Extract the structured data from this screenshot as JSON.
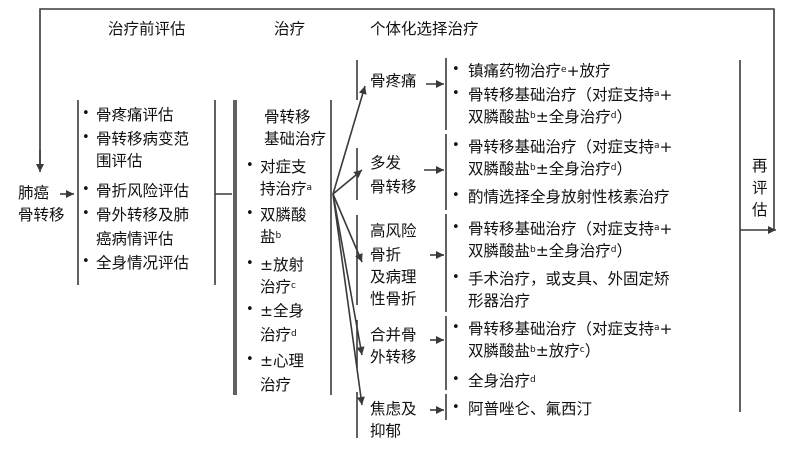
{
  "headers": {
    "pre_assessment": "治疗前评估",
    "treatment": "治疗",
    "individualized": "个体化选择治疗"
  },
  "start": [
    "肺癌",
    "骨转移"
  ],
  "pre_items": [
    [
      "骨疼痛评估"
    ],
    [
      "骨转移病变范",
      "围评估"
    ],
    [
      "骨折风险评估"
    ],
    [
      "骨外转移及肺",
      "癌病情评估"
    ],
    [
      "全身情况评估"
    ]
  ],
  "treatment_title": [
    "骨转移",
    "基础治疗"
  ],
  "treatment_items": [
    {
      "lines": [
        "对症支",
        "持治疗"
      ],
      "sup": "a"
    },
    {
      "lines": [
        "双膦酸",
        "盐"
      ],
      "sup": "b"
    },
    {
      "lines": [
        "±放射",
        "治疗"
      ],
      "sup": "c"
    },
    {
      "lines": [
        "±全身",
        "治疗"
      ],
      "sup": "d"
    },
    {
      "lines": [
        "±心理",
        "治疗"
      ],
      "sup": ""
    }
  ],
  "conditions": [
    {
      "label": [
        "骨疼痛"
      ],
      "options": [
        [
          "镇痛药物治疗^e+放疗"
        ],
        [
          "骨转移基础治疗（对症支持^a+",
          "双膦酸盐^b±全身治疗^d）"
        ]
      ]
    },
    {
      "label": [
        "多发",
        "骨转移"
      ],
      "options": [
        [
          "骨转移基础治疗（对症支持^a+",
          "双膦酸盐^b±全身治疗^d）"
        ],
        [
          "酌情选择全身放射性核素治疗"
        ]
      ]
    },
    {
      "label": [
        "高风险",
        "骨折",
        "及病理",
        "性骨折"
      ],
      "options": [
        [
          "骨转移基础治疗（对症支持^a+",
          "双膦酸盐^b±全身治疗^d）"
        ],
        [
          "手术治疗，或支具、外固定矫",
          "形器治疗"
        ]
      ]
    },
    {
      "label": [
        "合并骨",
        "外转移"
      ],
      "options": [
        [
          "骨转移基础治疗（对症支持^a+",
          "双膦酸盐^b±放疗^c）"
        ],
        [
          "全身治疗^d"
        ]
      ]
    },
    {
      "label": [
        "焦虑及",
        "抑郁"
      ],
      "options": [
        [
          "阿普唑仑、氟西汀"
        ]
      ]
    }
  ],
  "end": [
    "再",
    "评",
    "估"
  ]
}
